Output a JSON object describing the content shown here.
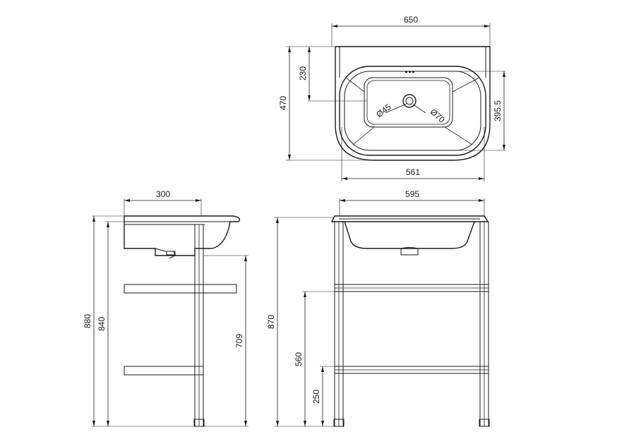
{
  "dimensions": {
    "top_width": "650",
    "top_height": "470",
    "top_center_offset": "230",
    "top_inner_depth": "395.5",
    "top_inner_width": "561",
    "tap_hole": "Ø45",
    "waste_hole": "Ø70",
    "side_depth": "300",
    "side_overall_height": "880",
    "side_rim_height": "840",
    "side_waste_height": "709",
    "front_width": "595",
    "front_overall_height": "870",
    "front_upper_shelf": "560",
    "front_lower_shelf": "250"
  }
}
